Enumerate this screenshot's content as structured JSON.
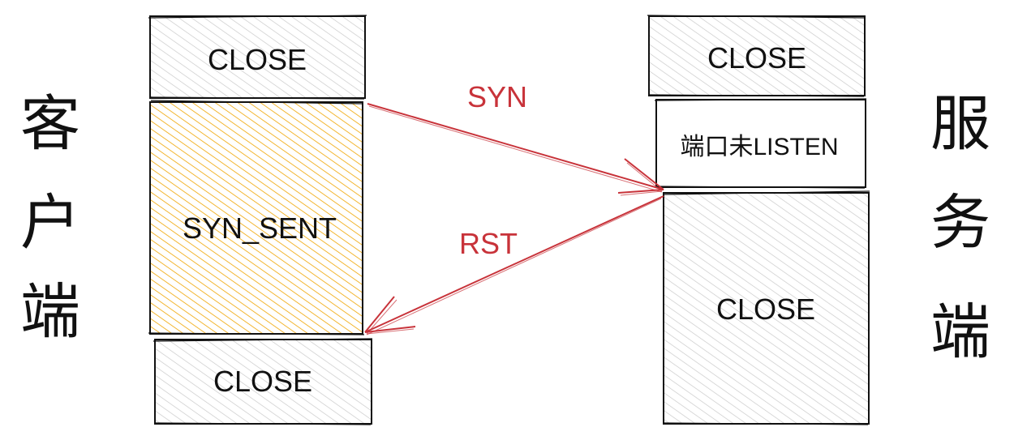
{
  "client": {
    "label_chars": [
      "客",
      "户",
      "端"
    ],
    "states": {
      "top": "CLOSE",
      "middle": "SYN_SENT",
      "bottom": "CLOSE"
    }
  },
  "server": {
    "label_chars": [
      "服",
      "务",
      "端"
    ],
    "states": {
      "top": "CLOSE",
      "middle": "端口未LISTEN",
      "bottom": "CLOSE"
    }
  },
  "messages": {
    "syn": "SYN",
    "rst": "RST"
  },
  "colors": {
    "close_hatch": "#c9c9c9",
    "syn_sent_hatch": "#f0a500",
    "arrow": "#c8333a",
    "stroke": "#111111"
  }
}
